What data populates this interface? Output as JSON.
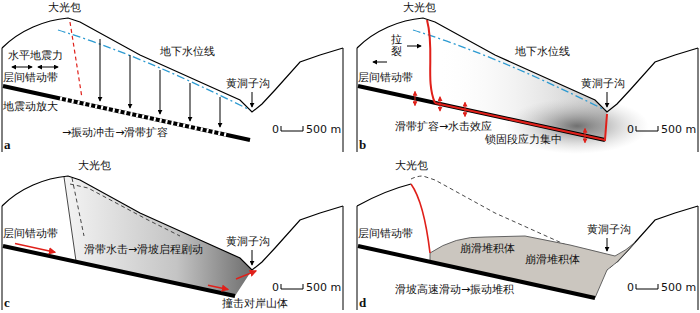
{
  "diagram": {
    "labels": [
      "大光包",
      "水平地震力",
      "地下水位线",
      "层间错动带",
      "地震动放大",
      "→振动冲击→滑带扩容",
      "黄洞子沟",
      "a",
      "0",
      "500 m",
      "大光包",
      "拉裂",
      "地下水位线",
      "层间错动带",
      "滑带扩容→水击效应",
      "锁固段应力集中",
      "黄洞子沟",
      "b",
      "0",
      "500 m",
      "大光包",
      "层间错动带",
      "滑带水击→滑坡启程剧动",
      "撞击对岸山体",
      "黄洞子沟",
      "c",
      "0",
      "500 m",
      "大光包",
      "崩滑堆积体",
      "崩滑堆积体",
      "层间错动带",
      "黄洞子沟",
      "滑坡高速滑动→振动堆积",
      "d",
      "0",
      "500 m"
    ]
  }
}
